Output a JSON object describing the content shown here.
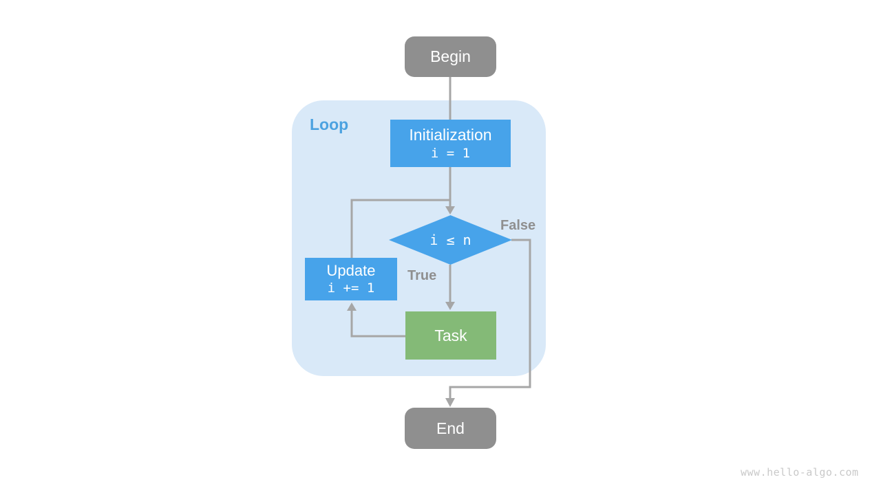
{
  "diagram": {
    "loop_label": "Loop",
    "nodes": {
      "begin": {
        "label": "Begin"
      },
      "initialization": {
        "label": "Initialization",
        "code": "i = 1"
      },
      "condition": {
        "code": "i ≤ n"
      },
      "update": {
        "label": "Update",
        "code": "i += 1"
      },
      "task": {
        "label": "Task"
      },
      "end": {
        "label": "End"
      }
    },
    "edges": {
      "true_label": "True",
      "false_label": "False"
    },
    "watermark": "www.hello-algo.com",
    "colors": {
      "node_blue": "#47A3EA",
      "node_green": "#84BA77",
      "node_gray": "#8F8F8F",
      "container_blue": "#D9E9F8",
      "loop_label_blue": "#4CA2E0",
      "arrow_gray": "#A6A6A6",
      "edge_label_gray": "#8F8F8F",
      "watermark_gray": "#C9C9C9",
      "text_white": "#FFFFFF"
    }
  }
}
